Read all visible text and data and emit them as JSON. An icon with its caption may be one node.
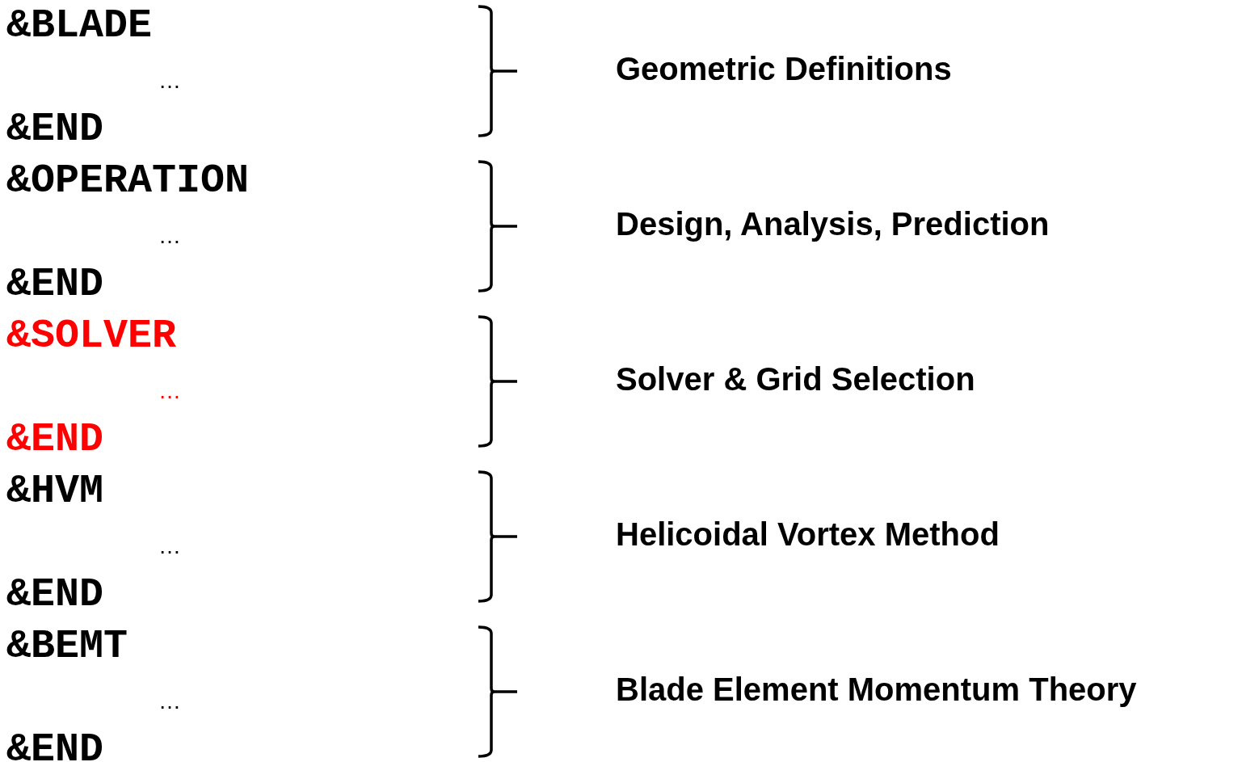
{
  "diagram": {
    "labels": [
      "&BLADE",
      "…",
      "&END",
      "Geometric Definitions",
      "&OPERATION",
      "…",
      "&END",
      "Design, Analysis, Prediction",
      "&SOLVER",
      "…",
      "&END",
      "Solver & Grid Selection",
      "&HVM",
      "…",
      "&END",
      "Helicoidal Vortex Method",
      "&BEMT",
      "…",
      "&END",
      "Blade Element Momentum Theory"
    ]
  }
}
